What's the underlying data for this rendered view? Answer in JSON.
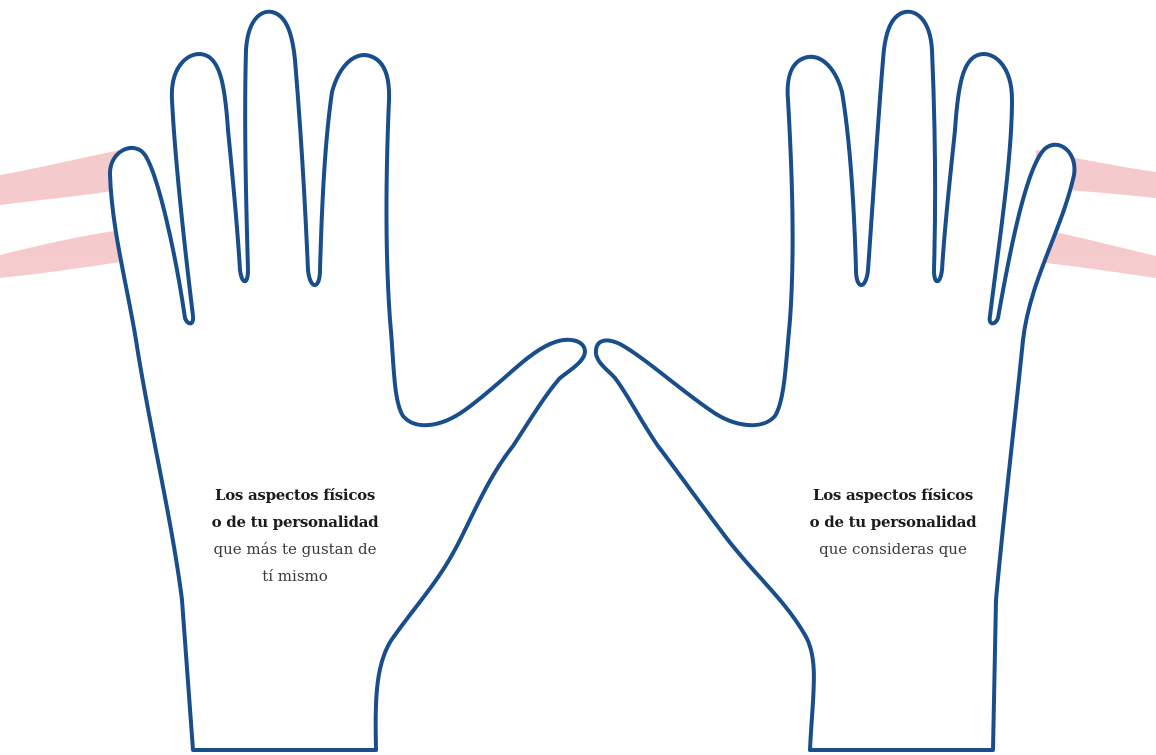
{
  "colors": {
    "outline": "#184e8c",
    "background": "#ffffff",
    "watermark": "#e56b70"
  },
  "left_hand": {
    "line1": "Los aspectos físicos",
    "line2": "o de tu personalidad",
    "line3": "que más te gustan de",
    "line4": "tí mismo"
  },
  "right_hand": {
    "line1": "Los aspectos físicos",
    "line2": "o de tu personalidad",
    "line3": "que consideras que"
  }
}
